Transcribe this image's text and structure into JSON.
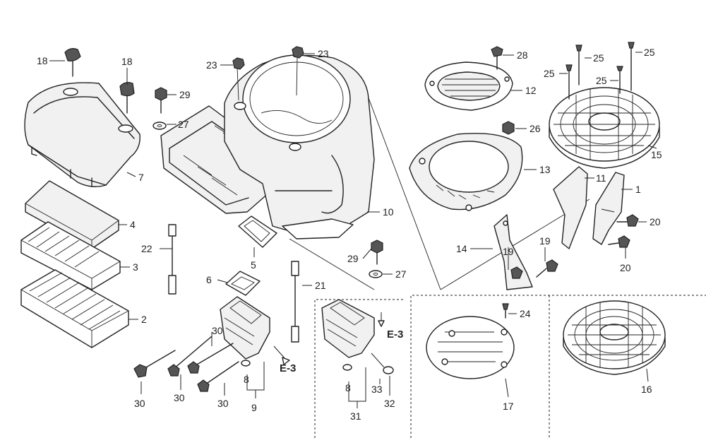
{
  "callouts": [
    {
      "id": "c18a",
      "text": "18"
    },
    {
      "id": "c18b",
      "text": "18"
    },
    {
      "id": "c29a",
      "text": "29"
    },
    {
      "id": "c27a",
      "text": "27"
    },
    {
      "id": "c23a",
      "text": "23"
    },
    {
      "id": "c23b",
      "text": "23"
    },
    {
      "id": "c28",
      "text": "28"
    },
    {
      "id": "c25a",
      "text": "25"
    },
    {
      "id": "c25b",
      "text": "25"
    },
    {
      "id": "c25c",
      "text": "25"
    },
    {
      "id": "c25d",
      "text": "25"
    },
    {
      "id": "c12",
      "text": "12"
    },
    {
      "id": "c26",
      "text": "26"
    },
    {
      "id": "c15",
      "text": "15"
    },
    {
      "id": "c13",
      "text": "13"
    },
    {
      "id": "c11",
      "text": "11"
    },
    {
      "id": "c1",
      "text": "1"
    },
    {
      "id": "c7",
      "text": "7"
    },
    {
      "id": "c4",
      "text": "4"
    },
    {
      "id": "c3",
      "text": "3"
    },
    {
      "id": "c2",
      "text": "2"
    },
    {
      "id": "c22",
      "text": "22"
    },
    {
      "id": "c5",
      "text": "5"
    },
    {
      "id": "c10",
      "text": "10"
    },
    {
      "id": "c20a",
      "text": "20"
    },
    {
      "id": "c20b",
      "text": "20"
    },
    {
      "id": "c14",
      "text": "14"
    },
    {
      "id": "c19a",
      "text": "19"
    },
    {
      "id": "c19b",
      "text": "19"
    },
    {
      "id": "c29b",
      "text": "29"
    },
    {
      "id": "c27b",
      "text": "27"
    },
    {
      "id": "c6",
      "text": "6"
    },
    {
      "id": "c21",
      "text": "21"
    },
    {
      "id": "c24",
      "text": "24"
    },
    {
      "id": "c30a",
      "text": "30"
    },
    {
      "id": "c30b",
      "text": "30"
    },
    {
      "id": "c30c",
      "text": "30"
    },
    {
      "id": "c30d",
      "text": "30"
    },
    {
      "id": "c8a",
      "text": "8"
    },
    {
      "id": "c9",
      "text": "9"
    },
    {
      "id": "c8b",
      "text": "8"
    },
    {
      "id": "c31",
      "text": "31"
    },
    {
      "id": "c33",
      "text": "33"
    },
    {
      "id": "c32",
      "text": "32"
    },
    {
      "id": "c17",
      "text": "17"
    },
    {
      "id": "c16",
      "text": "16"
    }
  ],
  "references": {
    "e3_left": "E-3",
    "e3_right": "E-3"
  }
}
